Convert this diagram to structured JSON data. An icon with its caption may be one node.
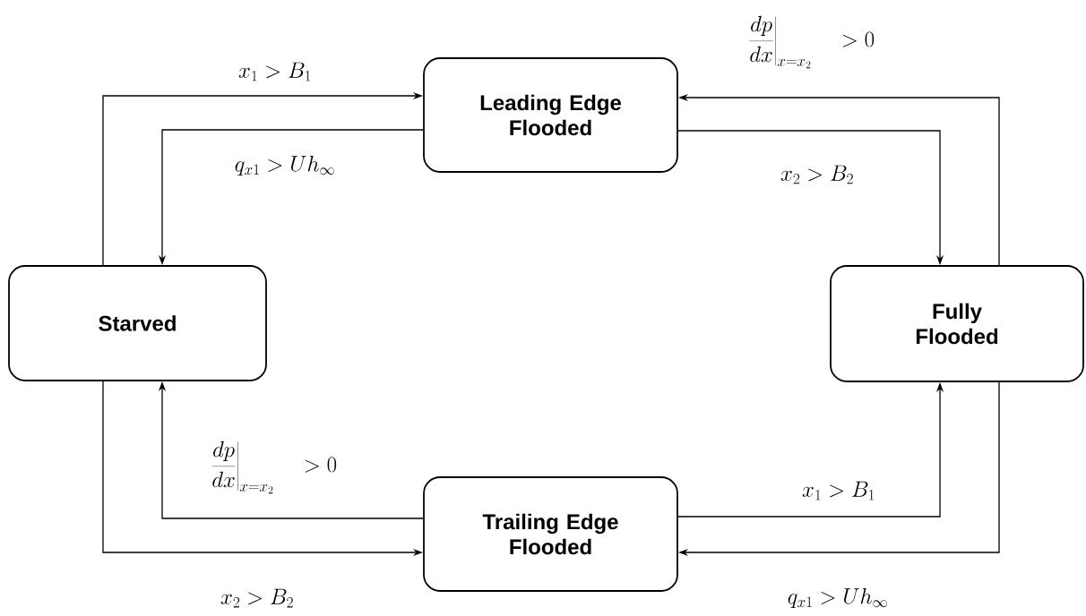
{
  "diagram": {
    "nodes": [
      {
        "text": [
          "Leading Edge Flooded"
        ]
      },
      {
        "text": [
          "Starved"
        ]
      },
      {
        "text": [
          "Fully Flooded"
        ]
      },
      {
        "text": [
          "Trailing Edge Flooded"
        ]
      }
    ],
    "edges": [
      {
        "from": 1,
        "to": 0,
        "arrow": "to",
        "label": "x_1 > B_1"
      },
      {
        "from": 0,
        "to": 1,
        "arrow": "to",
        "label": "q_{x1} > Uh_\\infty"
      },
      {
        "from": 0,
        "to": 2,
        "arrow": "to",
        "label": "x_2 > B_2"
      },
      {
        "from": 2,
        "to": 0,
        "arrow": "to",
        "label": "\\left.\\frac{dp}{dx}\\right|_{x=x_2} \\quad > 0"
      },
      {
        "from": 1,
        "to": 3,
        "arrow": "to",
        "label": "x_2 > B_2"
      },
      {
        "from": 3,
        "to": 1,
        "arrow": "to",
        "label": "\\left.\\frac{dp}{dx}\\right|_{x=x_2} \\quad > 0"
      },
      {
        "from": 3,
        "to": 2,
        "arrow": "to",
        "label": "x_1 > B_1"
      },
      {
        "from": 2,
        "to": 3,
        "arrow": "to",
        "label": "q_{x1} > Uh_\\infty"
      }
    ]
  }
}
